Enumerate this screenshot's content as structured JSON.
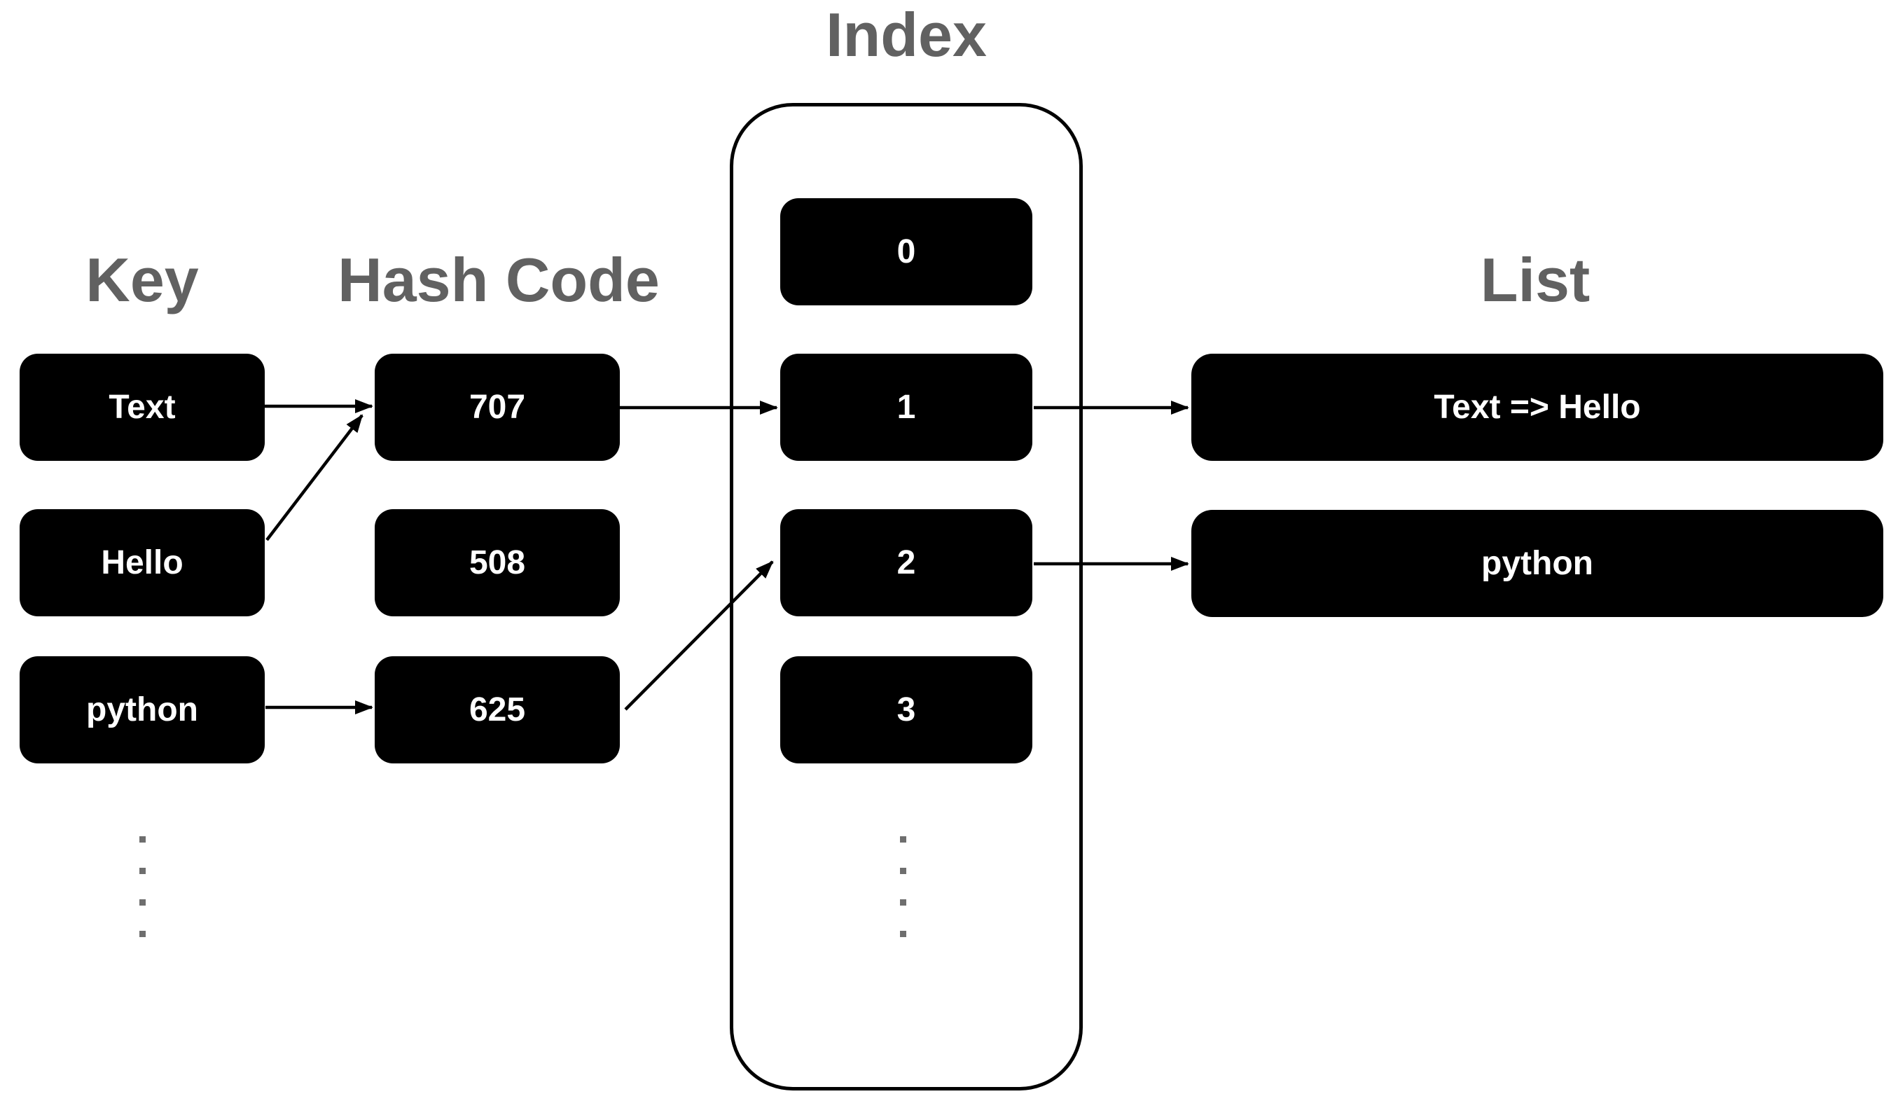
{
  "diagram": {
    "title": "Index",
    "columns": {
      "key": {
        "header": "Key",
        "items": [
          "Text",
          "Hello",
          "python"
        ]
      },
      "hash_code": {
        "header": "Hash Code",
        "items": [
          "707",
          "508",
          "625"
        ]
      },
      "index": {
        "header": "Index",
        "slots": [
          "0",
          "1",
          "2",
          "3"
        ]
      },
      "list": {
        "header": "List",
        "items": [
          "Text => Hello",
          "python"
        ]
      }
    },
    "edges": [
      {
        "from": "key:Text",
        "to": "hash:707"
      },
      {
        "from": "key:Hello",
        "to": "hash:707"
      },
      {
        "from": "key:python",
        "to": "hash:625"
      },
      {
        "from": "hash:707",
        "to": "index:1"
      },
      {
        "from": "hash:625",
        "to": "index:2"
      },
      {
        "from": "index:1",
        "to": "list:Text => Hello"
      },
      {
        "from": "index:2",
        "to": "list:python"
      }
    ],
    "ellipsis": {
      "key_column_dots": 4,
      "index_column_dots": 4
    },
    "colors": {
      "node_bg": "#000000",
      "node_text": "#ffffff",
      "header_text": "#616161",
      "line": "#000000",
      "background": "#ffffff"
    }
  }
}
